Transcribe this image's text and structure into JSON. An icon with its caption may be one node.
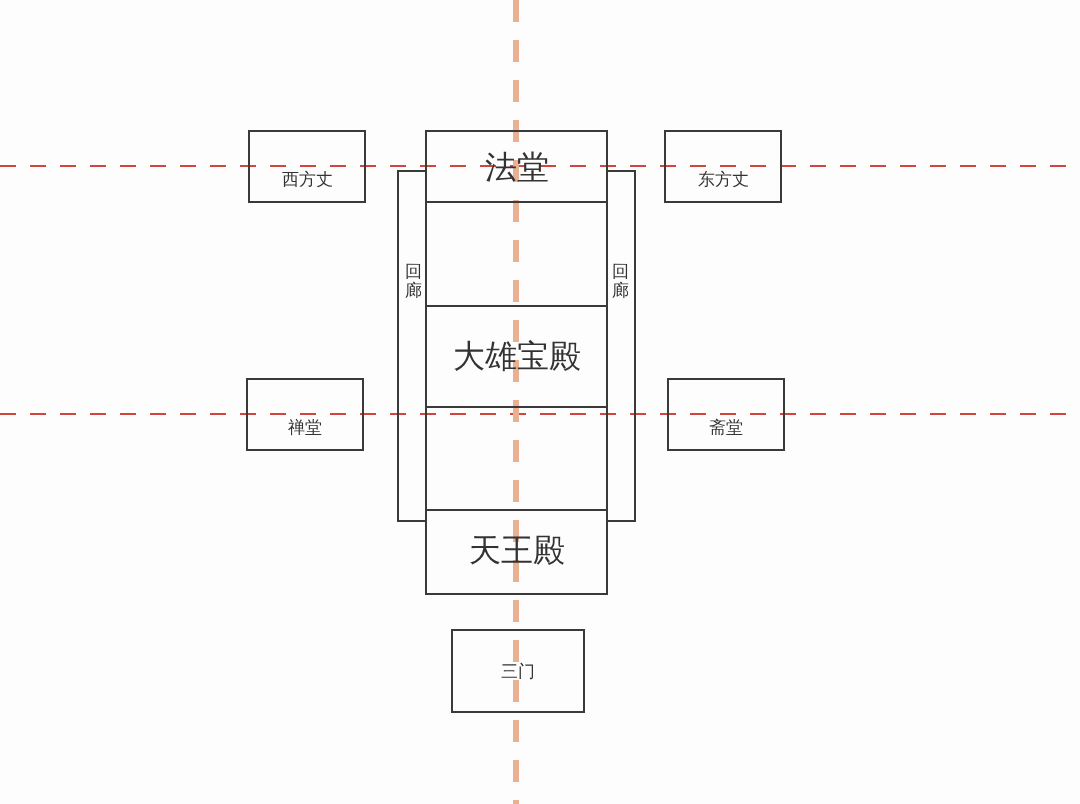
{
  "diagram": {
    "nodes": [
      {
        "text": [
          "西方丈"
        ]
      },
      {
        "text": [
          "法堂"
        ]
      },
      {
        "text": [
          "东方丈"
        ]
      },
      {
        "text": [
          "回廊"
        ]
      },
      {
        "text": [
          "回廊"
        ]
      },
      {
        "text": [],
        "shape": "box"
      },
      {
        "text": [
          "大雄宝殿"
        ]
      },
      {
        "text": [
          "禅堂"
        ]
      },
      {
        "text": [
          "斋堂"
        ]
      },
      {
        "text": [],
        "shape": "box"
      },
      {
        "text": [
          "天王殿"
        ]
      },
      {
        "text": [
          "三门"
        ]
      }
    ]
  }
}
